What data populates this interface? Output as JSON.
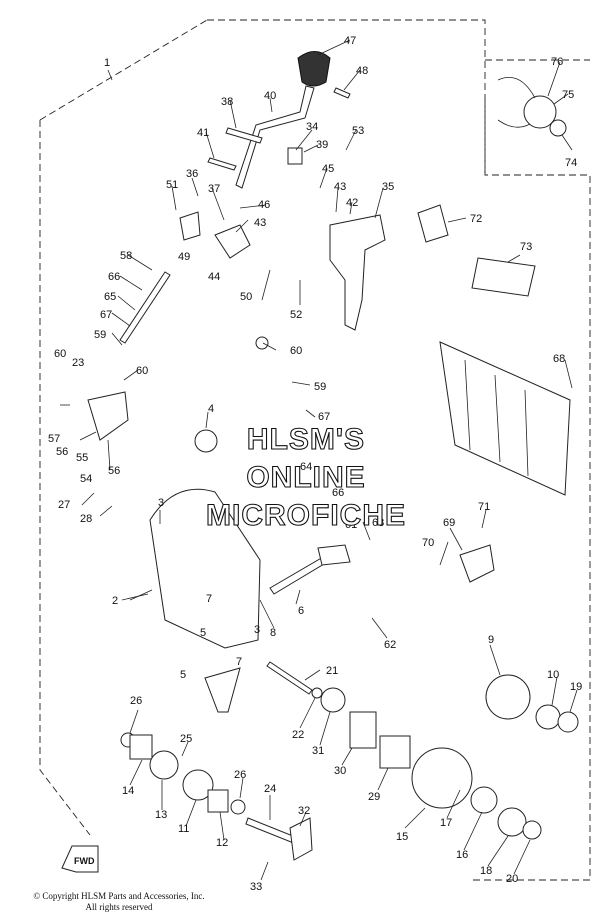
{
  "watermark": {
    "line1": "HLSM'S",
    "line2": "ONLINE",
    "line3": "MICROFICHE"
  },
  "copyright": {
    "line1": "© Copyright HLSM Parts and Accessories, Inc.",
    "line2": "All rights reserved"
  },
  "fwd_label": "FWD",
  "callouts": [
    "1",
    "2",
    "3",
    "3",
    "4",
    "5",
    "5",
    "6",
    "7",
    "7",
    "8",
    "9",
    "10",
    "11",
    "12",
    "13",
    "14",
    "15",
    "16",
    "17",
    "18",
    "19",
    "20",
    "21",
    "22",
    "23",
    "24",
    "25",
    "26",
    "26",
    "27",
    "28",
    "29",
    "30",
    "31",
    "32",
    "33",
    "34",
    "35",
    "36",
    "37",
    "38",
    "39",
    "40",
    "41",
    "42",
    "43",
    "43",
    "44",
    "45",
    "46",
    "47",
    "48",
    "49",
    "50",
    "51",
    "52",
    "53",
    "54",
    "55",
    "56",
    "56",
    "57",
    "58",
    "59",
    "59",
    "60",
    "60",
    "60",
    "61",
    "62",
    "63",
    "64",
    "65",
    "66",
    "66",
    "67",
    "67",
    "68",
    "69",
    "70",
    "71",
    "72",
    "73",
    "74",
    "75",
    "76"
  ]
}
